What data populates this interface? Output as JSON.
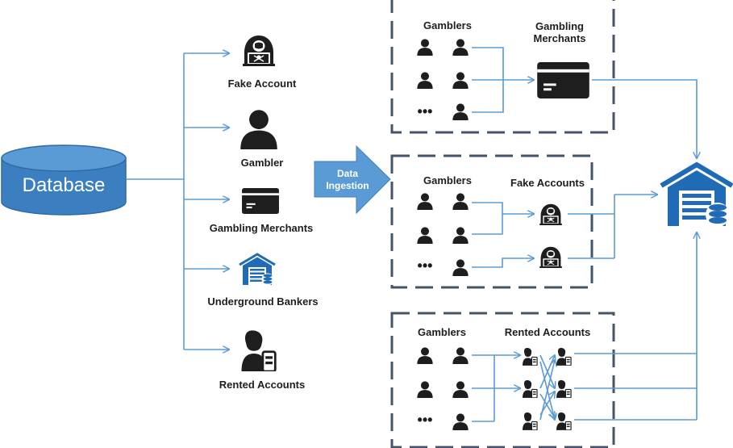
{
  "database": {
    "label": "Database"
  },
  "entities": {
    "fake_account": "Fake Account",
    "gambler": "Gambler",
    "gambling_merchants": "Gambling Merchants",
    "underground_bankers": "Underground Bankers",
    "rented_accounts": "Rented Accounts"
  },
  "ingestion": {
    "line1": "Data",
    "line2": "Ingestion"
  },
  "group1": {
    "gamblers_label": "Gamblers",
    "merchants_line1": "Gambling",
    "merchants_line2": "Merchants",
    "ellipsis": "•••"
  },
  "group2": {
    "gamblers_label": "Gamblers",
    "fake_label": "Fake Accounts",
    "ellipsis": "•••"
  },
  "group3": {
    "gamblers_label": "Gamblers",
    "rented_label": "Rented Accounts",
    "ellipsis": "•••"
  },
  "colors": {
    "line": "#5b9bd5",
    "database": "#3c7fc1",
    "bank": "#1f6bb5",
    "icon": "#1e1e1e",
    "box": "#44546a"
  }
}
